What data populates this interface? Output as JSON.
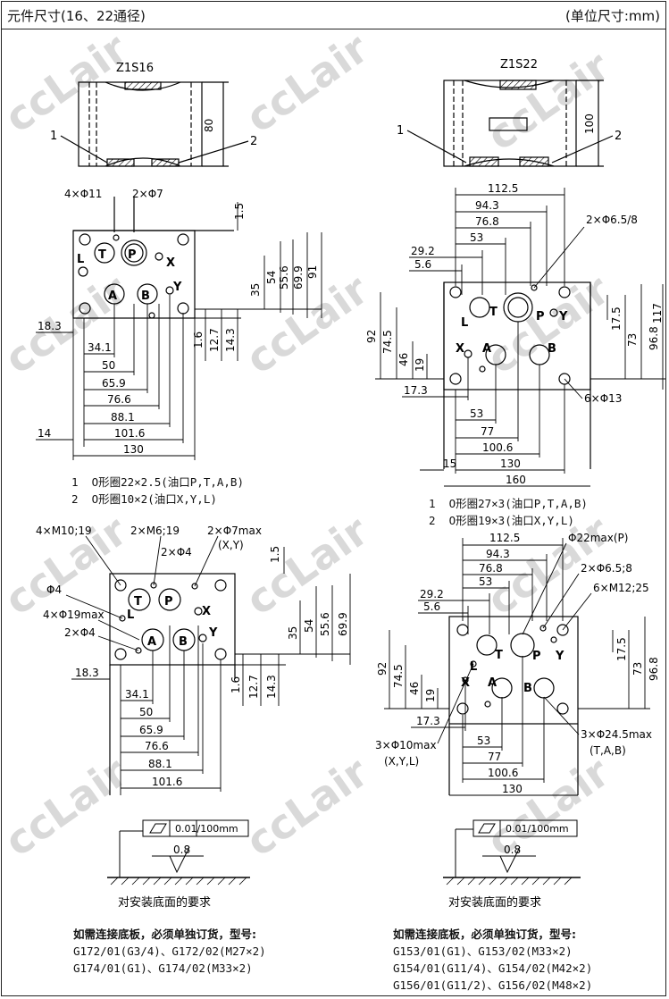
{
  "header": {
    "title": "元件尺寸(16、22通径)",
    "unit": "(单位尺寸:mm)"
  },
  "watermark": "ccLair",
  "top_left": {
    "model": "Z1S16",
    "callout_1": "1",
    "callout_2": "2",
    "height_dim": "80",
    "hole_label_a": "4×Φ11",
    "hole_label_b": "2×Φ7",
    "port_labels": [
      "T",
      "P",
      "X",
      "A",
      "B",
      "Y",
      "L"
    ],
    "vert_dims": [
      "1.5",
      "35",
      "54",
      "55.6",
      "69.9",
      "91",
      "1.6",
      "12.7",
      "14.3"
    ],
    "horiz_dims": [
      "18.3",
      "34.1",
      "50",
      "65.9",
      "76.6",
      "88.1",
      "101.6",
      "14",
      "130"
    ],
    "notes": [
      "1  O形圈22×2.5(油口P,T,A,B)",
      "2  O形圈10×2(油口X,Y,L)"
    ]
  },
  "top_right": {
    "model": "Z1S22",
    "callout_1": "1",
    "callout_2": "2",
    "height_dim": "100",
    "hole_label_a": "2×Φ6.5/8",
    "hole_label_b": "6×Φ13",
    "port_labels": [
      "L",
      "T",
      "P",
      "Y",
      "X",
      "A",
      "B"
    ],
    "top_dims": [
      "112.5",
      "94.3",
      "76.8",
      "53",
      "29.2",
      "5.6"
    ],
    "vert_dims": [
      "92",
      "74.5",
      "46",
      "19",
      "17.5",
      "73",
      "96.8",
      "117"
    ],
    "horiz_dims": [
      "17.3",
      "53",
      "77",
      "100.6",
      "15",
      "130",
      "160"
    ],
    "notes": [
      "1  O形圈27×3(油口P,T,A,B)",
      "2  O形圈19×3(油口X,Y,L)"
    ]
  },
  "bottom_left": {
    "labels": [
      "4×M10;19",
      "2×M6;19",
      "2×Φ7max",
      "(X,Y)",
      "2×Φ4",
      "Φ4",
      "4×Φ19max",
      "2×Φ4"
    ],
    "port_labels": [
      "T",
      "P",
      "X",
      "L",
      "A",
      "B",
      "Y"
    ],
    "vert_dims": [
      "1.5",
      "35",
      "54",
      "55.6",
      "69.9",
      "1.6",
      "12.7",
      "14.3"
    ],
    "horiz_dims": [
      "18.3",
      "34.1",
      "50",
      "65.9",
      "76.6",
      "88.1",
      "101.6"
    ],
    "tolerance": "0.01/100mm",
    "roughness": "0.8",
    "surface_caption": "对安装底面的要求",
    "order_title": "如需连接底板，必须单独订货，型号:",
    "order_lines": [
      "G172/01(G3/4)、G172/02(M27×2)",
      "G174/01(G1)、G174/02(M33×2)"
    ]
  },
  "bottom_right": {
    "labels": [
      "Φ22max(P)",
      "2×Φ6.5;8",
      "6×M12;25",
      "3×Φ10max",
      "(X,Y,L)",
      "3×Φ24.5max",
      "(T,A,B)"
    ],
    "port_labels": [
      "L",
      "T",
      "P",
      "Y",
      "X",
      "A",
      "B"
    ],
    "top_dims": [
      "112.5",
      "94.3",
      "76.8",
      "53",
      "29.2",
      "5.6"
    ],
    "vert_dims": [
      "92",
      "74.5",
      "46",
      "19",
      "17.5",
      "73",
      "96.8"
    ],
    "horiz_dims": [
      "17.3",
      "53",
      "77",
      "100.6",
      "130"
    ],
    "tolerance": "0.01/100mm",
    "roughness": "0.8",
    "surface_caption": "对安装底面的要求",
    "order_title": "如需连接底板，必须单独订货，型号:",
    "order_lines": [
      "G153/01(G1)、G153/02(M33×2)",
      "G154/01(G11/4)、G154/02(M42×2)",
      "G156/01(G11/2)、G156/02(M48×2)"
    ]
  }
}
